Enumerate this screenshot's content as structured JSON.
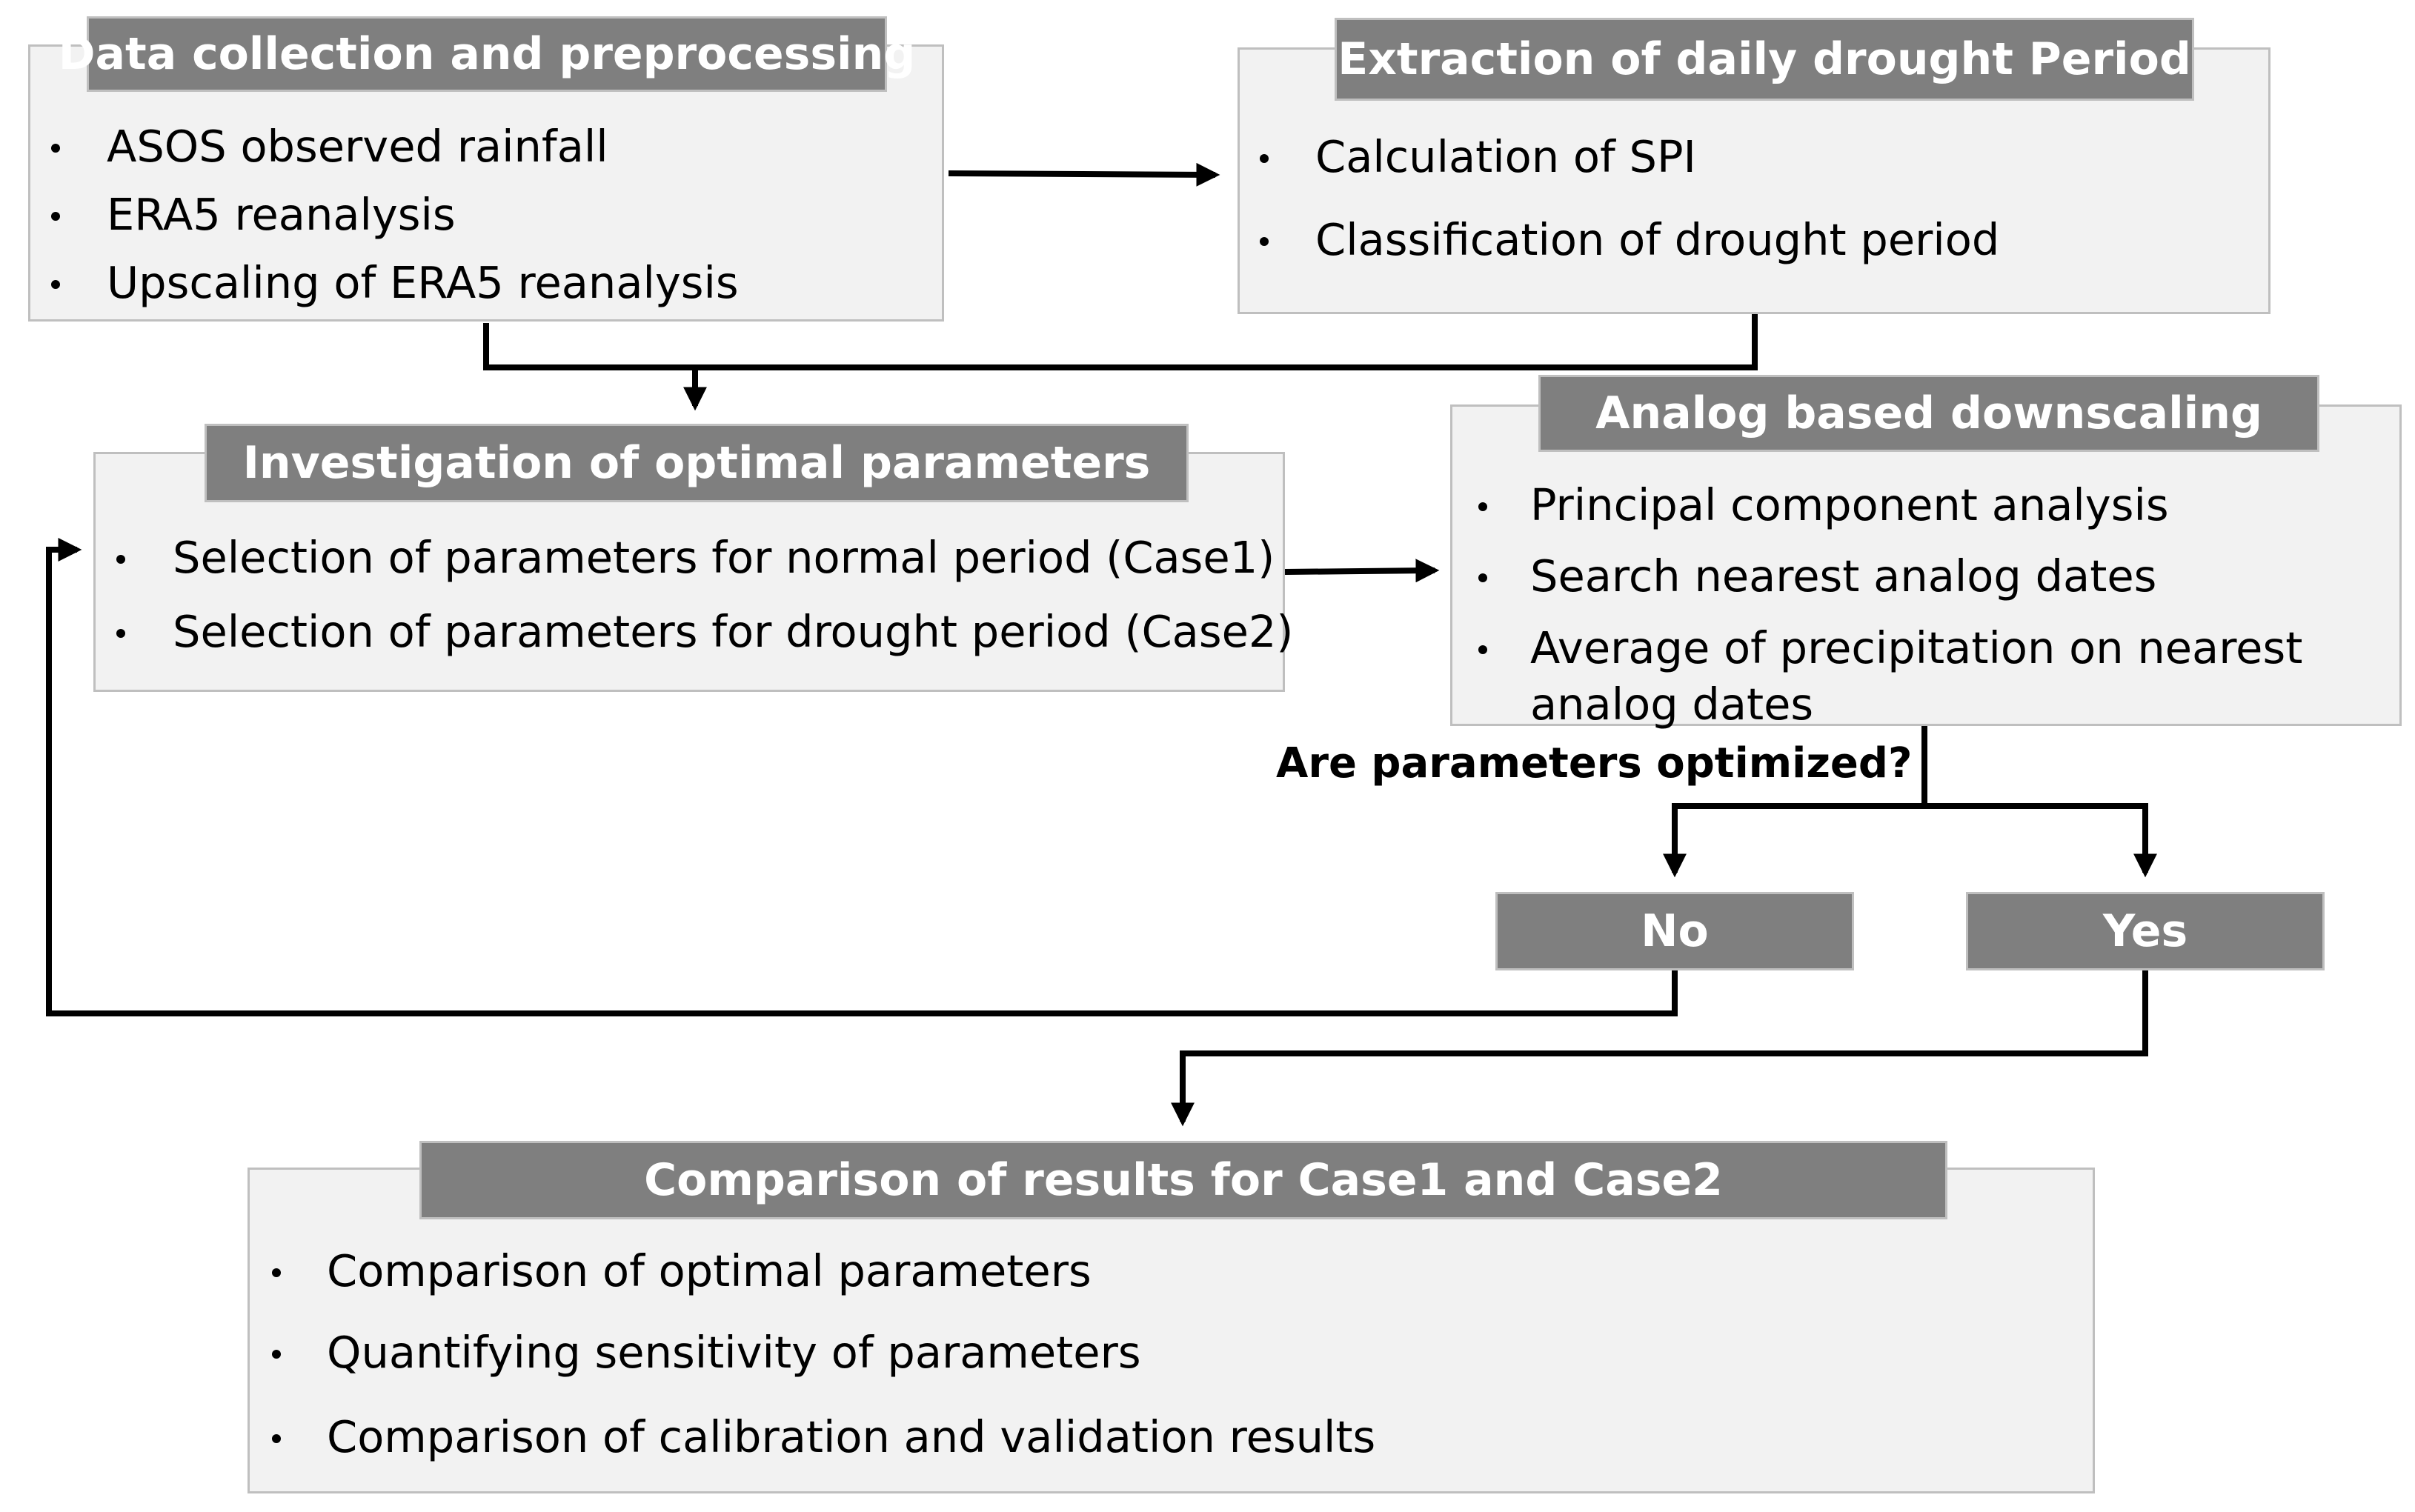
{
  "data_collection": {
    "title": "Data collection and preprocessing",
    "items": [
      "ASOS observed rainfall",
      "ERA5 reanalysis",
      "Upscaling of ERA5 reanalysis"
    ]
  },
  "extraction": {
    "title": "Extraction of daily drought Period",
    "items": [
      "Calculation of SPI",
      "Classification of drought period"
    ]
  },
  "investigation": {
    "title": "Investigation of optimal parameters",
    "items": [
      "Selection of parameters for normal period (Case1)",
      "Selection of parameters for drought period (Case2)"
    ]
  },
  "analog": {
    "title": "Analog based downscaling",
    "items": [
      "Principal component analysis",
      "Search nearest analog dates",
      "Average of precipitation on nearest analog dates"
    ]
  },
  "decision": {
    "question": "Are parameters optimized?",
    "no_label": "No",
    "yes_label": "Yes"
  },
  "comparison": {
    "title": "Comparison of results for Case1 and Case2",
    "items": [
      "Comparison of optimal parameters",
      "Quantifying sensitivity of parameters",
      "Comparison of calibration and validation results"
    ]
  },
  "colors": {
    "header_fill": "#7f7f7f",
    "box_fill": "#f2f2f2",
    "border": "#bfbfbf",
    "arrow": "#000000"
  }
}
